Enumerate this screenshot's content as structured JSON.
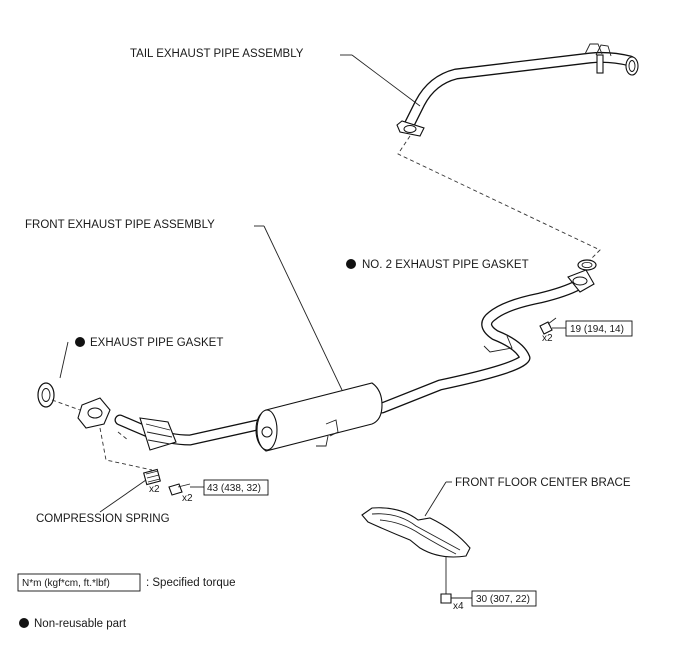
{
  "labels": {
    "tail_pipe": "TAIL EXHAUST PIPE ASSEMBLY",
    "front_pipe": "FRONT EXHAUST PIPE ASSEMBLY",
    "no2_gasket": "NO. 2 EXHAUST PIPE GASKET",
    "exhaust_gasket": "EXHAUST PIPE GASKET",
    "compression_spring": "COMPRESSION SPRING",
    "floor_brace": "FRONT FLOOR CENTER BRACE"
  },
  "torques": {
    "t1": "19 (194, 14)",
    "t2": "43 (438, 32)",
    "t3": "30 (307, 22)"
  },
  "multipliers": {
    "m1": "x2",
    "m2": "x2",
    "m3": "x2",
    "m4": "x4"
  },
  "legend": {
    "unit_box": "N*m (kgf*cm, ft.*lbf)",
    "unit_desc": ": Specified torque",
    "nonreusable": "Non-reusable part"
  }
}
